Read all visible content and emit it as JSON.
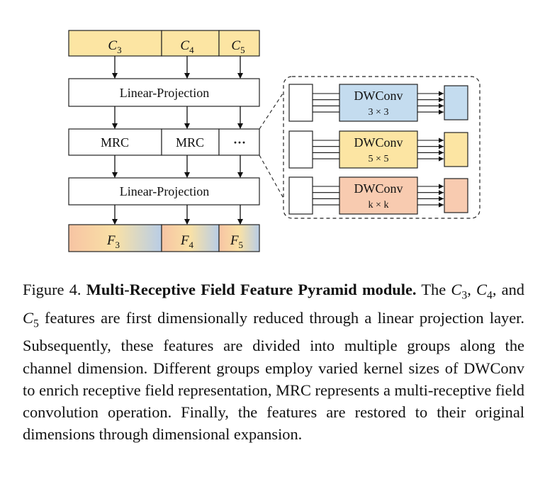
{
  "top_features": [
    "C3",
    "C4",
    "C5"
  ],
  "bottom_features": [
    "F3",
    "F4",
    "F5"
  ],
  "projection_label": "Linear-Projection",
  "mrc_labels": [
    "MRC",
    "MRC",
    "···"
  ],
  "dwconv": {
    "label": "DWConv",
    "kernels": [
      "3 × 3",
      "5 × 5",
      "k × k"
    ]
  },
  "colors": {
    "feature_yellow": "#fce5a3",
    "dw_blue": "#c4dcef",
    "dw_yellow": "#fce5a3",
    "dw_peach": "#f8cbb0",
    "grad_start": "#f7c4a3",
    "grad_mid": "#f9e1a6",
    "grad_end": "#b8cde6"
  },
  "caption": {
    "figure_label": "Figure 4.",
    "title": "Multi-Receptive Field Feature Pyramid module.",
    "body": "The C3, C4, and C5 features are first dimensionally reduced through a linear projection layer. Subsequently, these features are divided into multiple groups along the channel dimension. Different groups employ varied kernel sizes of DWConv to enrich receptive field representation, MRC represents a multi-receptive field convolution operation. Finally, the features are restored to their original dimensions through dimensional expansion."
  }
}
